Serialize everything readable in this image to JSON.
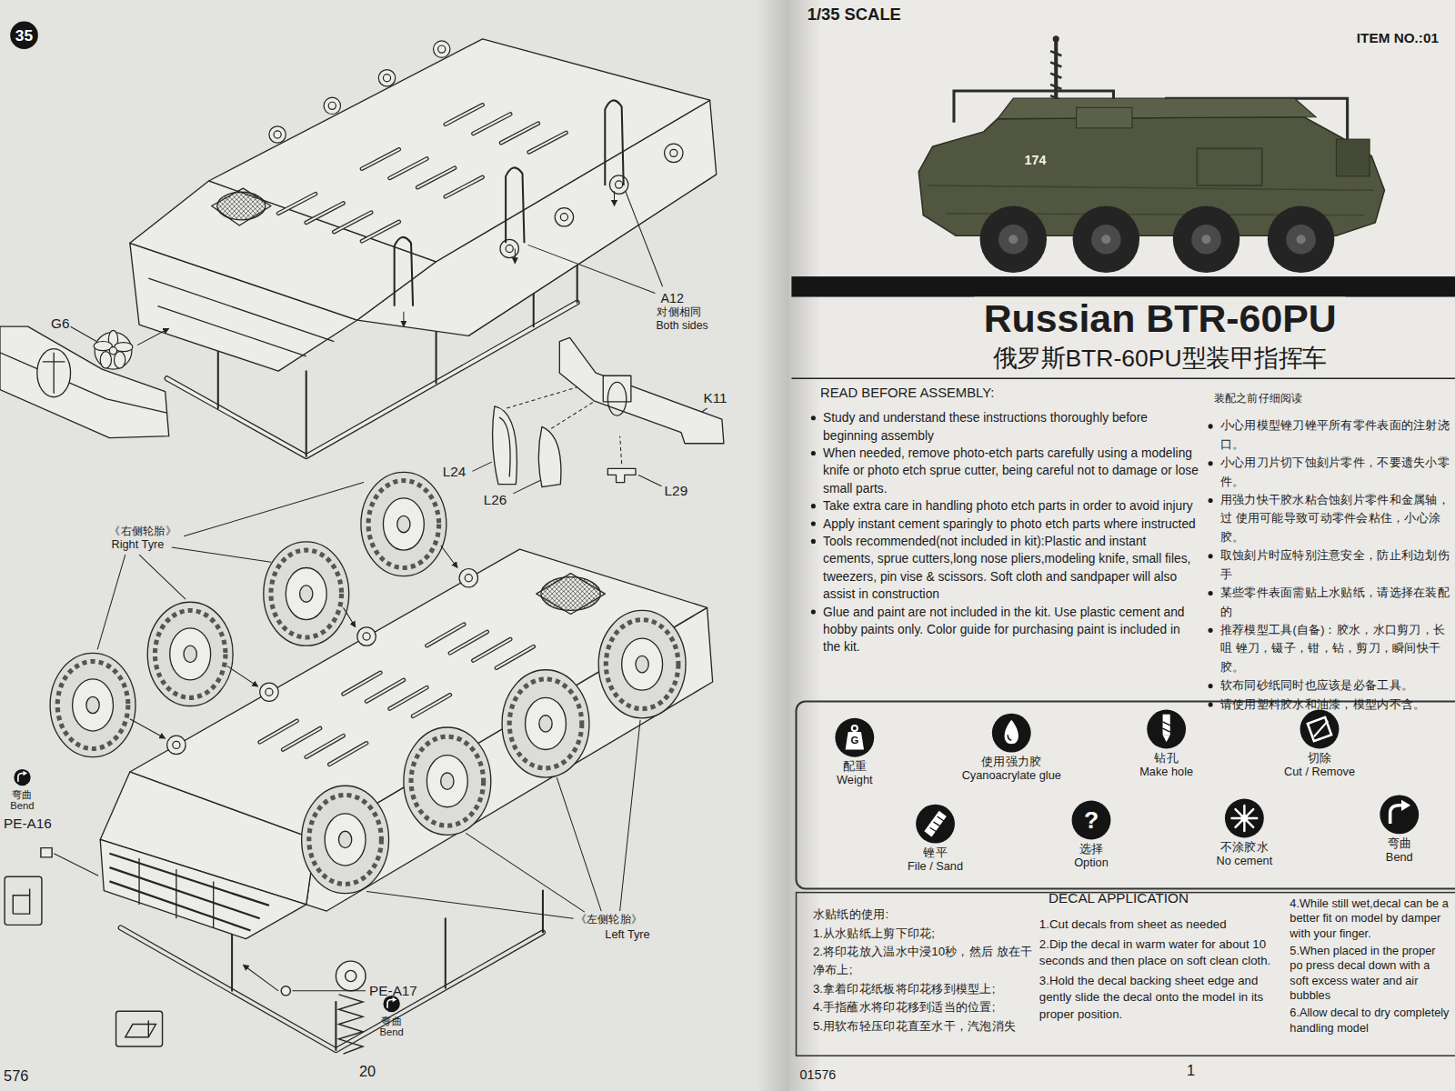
{
  "diagram": {
    "title": "Russian BTR-60PU",
    "nodes": [
      {
        "text": [
          "35"
        ]
      },
      {
        "text": [
          "弯曲",
          "Bend"
        ]
      },
      {
        "text": [
          "弯曲",
          "Bend"
        ]
      },
      {
        "text": [
          "G",
          "配重",
          "Weight"
        ]
      },
      {
        "text": [
          "使用强力胶",
          "Cyanoacrylate glue"
        ]
      },
      {
        "text": [
          "钻孔",
          "Make hole"
        ]
      },
      {
        "text": [
          "切除",
          "Cut / Remove"
        ]
      },
      {
        "text": [
          "锉平",
          "File / Sand"
        ]
      },
      {
        "text": [
          "?",
          "选择",
          "Option"
        ]
      },
      {
        "text": [
          "不涂胶水",
          "No cement"
        ]
      },
      {
        "text": [
          "弯曲",
          "Bend"
        ]
      }
    ],
    "labels": [
      "G6",
      "A12",
      "对侧相同",
      "Both sides",
      "K11",
      "L24",
      "L26",
      "L29",
      "《右侧轮胎》",
      "Right Tyre",
      "PE-A16",
      "《左侧轮胎》",
      "Left Tyre",
      "PE-A17",
      "576",
      "20",
      "1/35 SCALE",
      "ITEM NO.:01",
      "174",
      "俄罗斯BTR-60PU型装甲指挥车",
      "READ BEFORE ASSEMBLY:",
      "Study and understand these instructions thoroughly before beginning assembly",
      "When needed, remove photo-etch parts carefully using a modeling knife or photo etch sprue cutter, being careful not to damage or lose small parts.",
      "Take extra care in handling photo etch parts in order to avoid injury",
      "Apply instant cement sparingly to photo etch parts where instructed",
      "Tools recommended(not included in kit):Plastic and instant cements, sprue cutters,long nose pliers,modeling knife, small files, tweezers, pin vise & scissors. Soft cloth and sandpaper will also assist in construction",
      "Glue and paint are not included in the kit. Use plastic cement and hobby paints only. Color guide for purchasing paint is included in the kit.",
      "装配之前仔细阅读",
      "小心用模型锉刀锉平所有零件表面的注射浇口。",
      "小心用刀片切下蚀刻片零件，不要遗失小零件。",
      "用强力快干胶水粘合蚀刻片零件和金属轴，过 使用可能导致可动零件会粘住，小心涂胶。",
      "取蚀刻片时应特别注意安全，防止利边划伤手",
      "某些零件表面需贴上水贴纸，请选择在装配的",
      "推荐模型工具(自备)：胶水，水口剪刀，长咀 锉刀，镊子，钳，钻，剪刀，瞬间快干胶。",
      "软布同砂纸同时也应该是必备工具。",
      "请使用塑料胶水和油漆，模型内不含。",
      "水贴纸的使用:",
      "1.从水贴纸上剪下印花;",
      "2.将印花放入温水中浸10秒，然后 放在干净布上;",
      "3.拿着印花纸板将印花移到模型上;",
      "4.手指蘸水将印花移到适当的位置;",
      "5.用软布轻压印花直至水干，汽泡消失",
      "DECAL APPLICATION",
      "1.Cut decals from sheet as needed",
      "2.Dip the decal in warm water for about 10 seconds and then place on soft clean cloth.",
      "3.Hold the decal backing sheet edge and gently slide the decal onto the model in its proper position.",
      "4.While still wet,decal can be a better fit on model by damper with your finger.",
      "5.When placed in the proper po press decal down with a soft excess water and air bubbles",
      "6.Allow decal to dry completely handling model",
      "1",
      "01576"
    ]
  }
}
